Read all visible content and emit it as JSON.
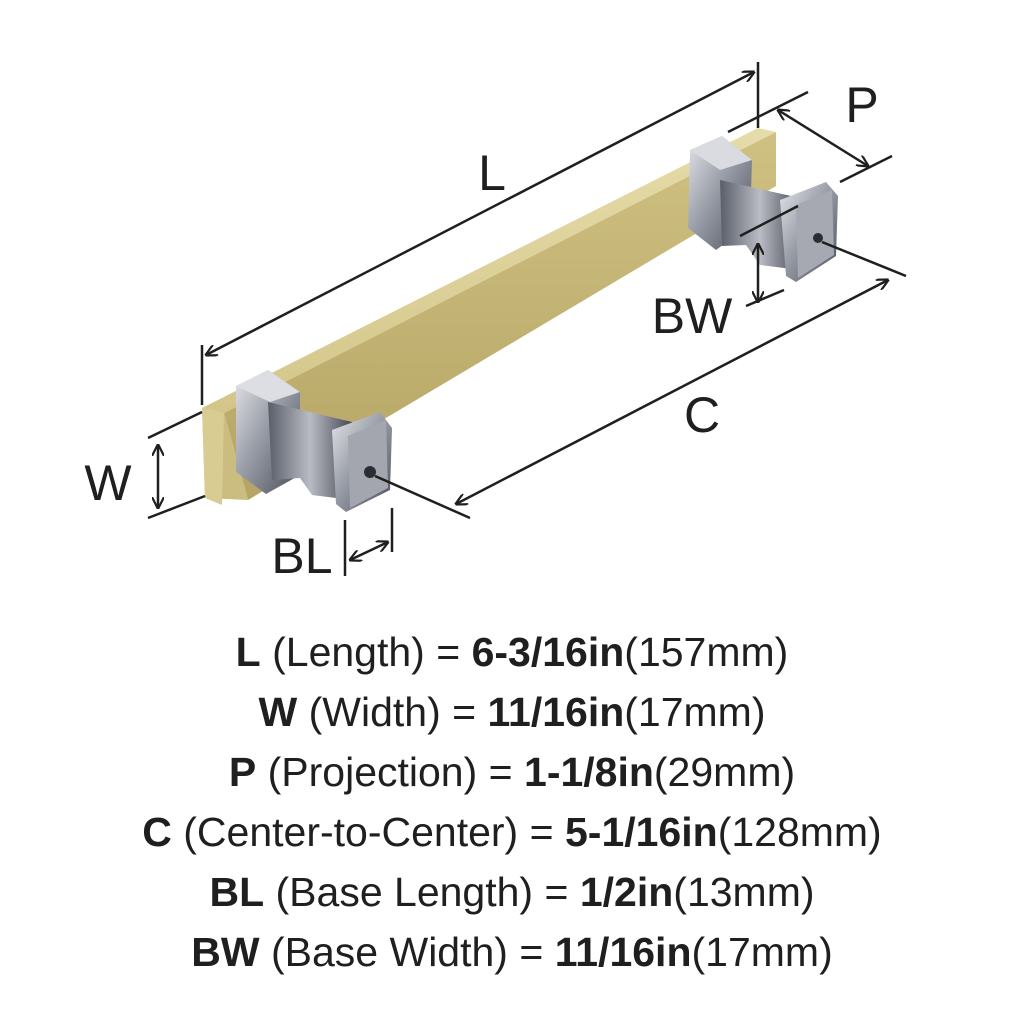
{
  "diagram": {
    "labels": {
      "L": "L",
      "P": "P",
      "BW": "BW",
      "C": "C",
      "W": "W",
      "BL": "BL"
    },
    "colors": {
      "bar_finish": "#d9cc93",
      "bar_shade": "#b7a86c",
      "post_finish": "#8a8d96",
      "post_highlight": "#d7d9de",
      "post_shadow": "#3c3f48",
      "dimension_lines": "#1f1f1f"
    }
  },
  "specs": [
    {
      "code": "L",
      "name": "(Length)",
      "eq": "=",
      "value": "6-3/16in",
      "metric": "(157mm)"
    },
    {
      "code": "W",
      "name": "(Width)",
      "eq": "=",
      "value": "11/16in",
      "metric": "(17mm)"
    },
    {
      "code": "P",
      "name": "(Projection)",
      "eq": "=",
      "value": "1-1/8in",
      "metric": "(29mm)"
    },
    {
      "code": "C",
      "name": "(Center-to-Center)",
      "eq": "=",
      "value": "5-1/16in",
      "metric": "(128mm)"
    },
    {
      "code": "BL",
      "name": "(Base Length)",
      "eq": "=",
      "value": "1/2in",
      "metric": "(13mm)"
    },
    {
      "code": "BW",
      "name": "(Base Width)",
      "eq": "=",
      "value": "11/16in",
      "metric": "(17mm)"
    }
  ]
}
